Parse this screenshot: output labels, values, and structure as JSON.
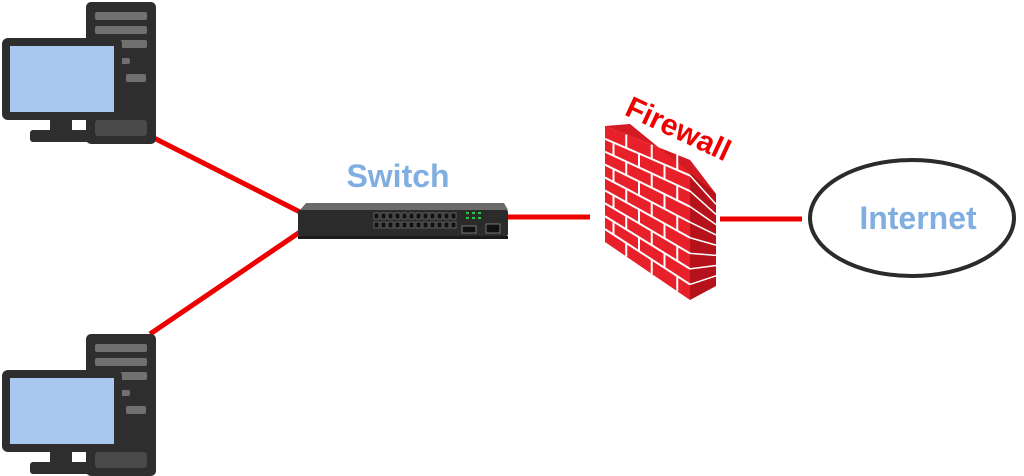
{
  "diagram": {
    "switch_label": "Switch",
    "firewall_label": "Firewall",
    "internet_label": "Internet"
  },
  "colors": {
    "link": "#ee0000",
    "label_blue": "#80aee0",
    "firewall_text": "#ee0000",
    "brick_face": "#e8202a",
    "brick_side": "#b5121b",
    "mortar": "#ffffff",
    "computer_dark": "#2e2e2e",
    "computer_mid": "#4a4a4a",
    "computer_light": "#707070",
    "screen": "#a8c8ef",
    "internet_outline": "#2b2b2b"
  },
  "icons": [
    "computer-icon",
    "network-switch-icon",
    "firewall-brick-wall-icon",
    "internet-cloud-ellipse"
  ]
}
